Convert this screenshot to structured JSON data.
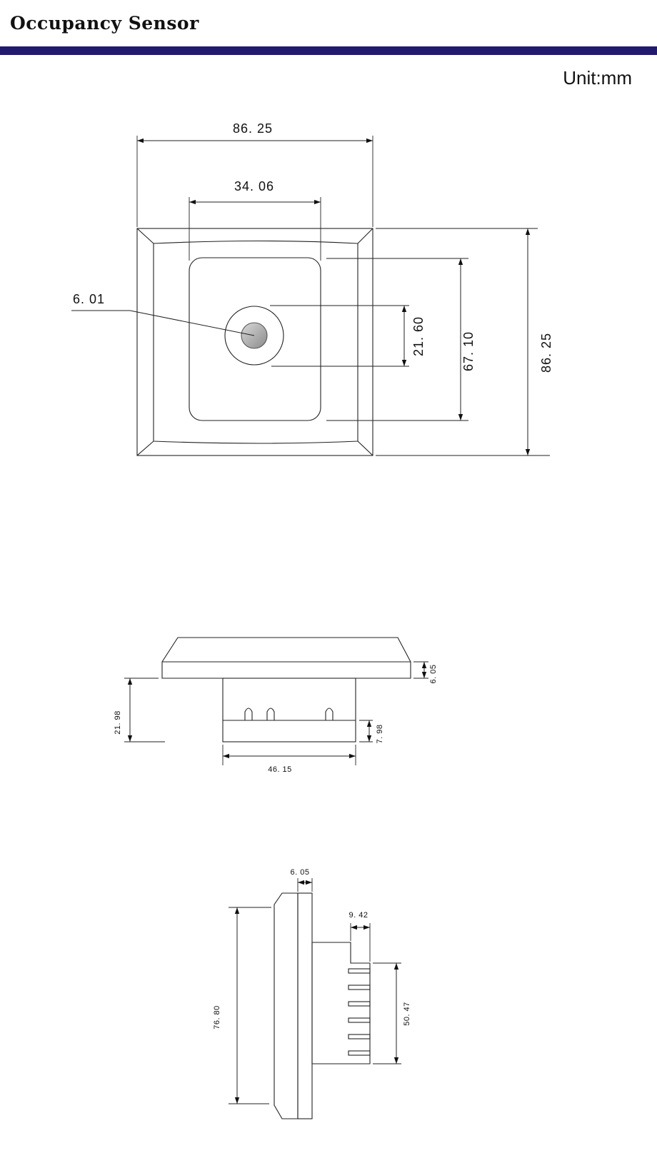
{
  "header": {
    "title": "Occupancy Sensor",
    "bar_color": "#221a6b"
  },
  "unit_label": "Unit:mm",
  "front_view": {
    "width": "86. 25",
    "inner_width": "34. 06",
    "lens_diameter": "6. 01",
    "lens_ring": "21. 60",
    "inner_height": "67. 10",
    "height": "86. 25"
  },
  "bottom_view": {
    "plate_thickness": "6. 05",
    "total_depth": "21. 98",
    "terminal_height": "7. 98",
    "body_width": "46. 15"
  },
  "side_view": {
    "plate_thickness": "6. 05",
    "step": "9. 42",
    "height": "76. 80",
    "terminal_span": "50. 47"
  }
}
